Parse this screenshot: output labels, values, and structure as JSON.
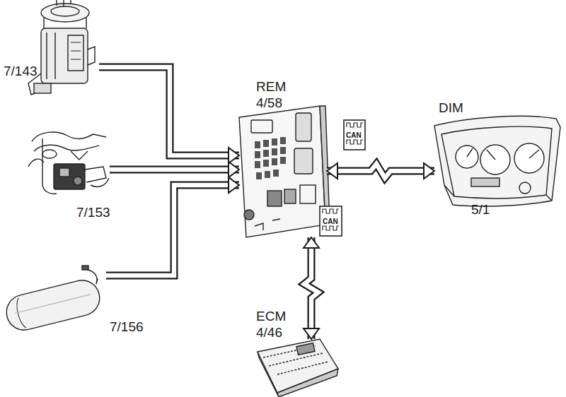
{
  "diagram": {
    "nodes": [
      {
        "text": [
          "7/143"
        ]
      },
      {
        "text": [
          "7/153"
        ]
      },
      {
        "text": [
          "7/156"
        ]
      },
      {
        "text": [
          "REM",
          "4/58"
        ]
      },
      {
        "text": [
          "DIM",
          "5/1"
        ]
      },
      {
        "text": [
          "ECM",
          "4/46"
        ]
      }
    ],
    "edges": [
      {
        "from": 0,
        "to": 3,
        "arrow": "to"
      },
      {
        "from": 1,
        "to": 3,
        "arrow": "to"
      },
      {
        "from": 2,
        "to": 3,
        "arrow": "to"
      },
      {
        "from": 3,
        "to": 4,
        "arrow": "both"
      },
      {
        "from": 3,
        "to": 5,
        "arrow": "both"
      }
    ],
    "labels": [
      "CAN",
      "CAN"
    ]
  }
}
